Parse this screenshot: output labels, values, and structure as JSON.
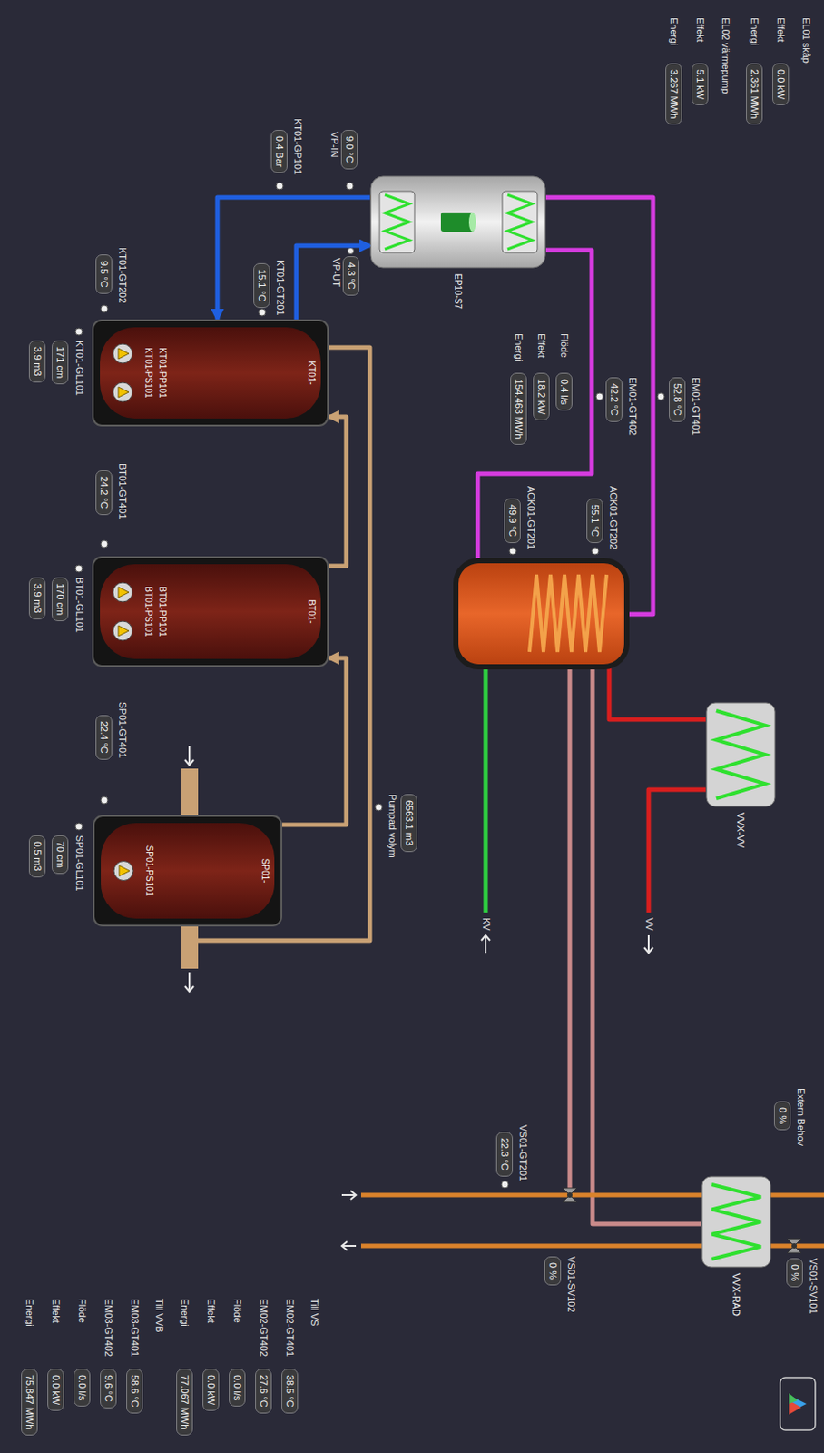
{
  "diagram": {
    "nodes": [
      {
        "text": [
          "0.0 kW"
        ]
      },
      {
        "text": [
          "2.361 MWh"
        ]
      },
      {
        "text": [
          "5.1 kW"
        ]
      },
      {
        "text": [
          "3.267 MWh"
        ]
      },
      {
        "text": [
          "EP10-S7"
        ]
      },
      {
        "text": [
          "52.8 °C"
        ]
      },
      {
        "text": [
          "42.2 °C"
        ]
      },
      {
        "text": [
          "0.4 l/s"
        ]
      },
      {
        "text": [
          "18.2 kW"
        ]
      },
      {
        "text": [
          "154.463 MWh"
        ]
      },
      {
        "text": [
          "9.0 °C"
        ]
      },
      {
        "text": [
          "0.4 Bar"
        ]
      },
      {
        "text": [
          "4.3 °C"
        ]
      },
      {
        "text": [
          "15.1 °C"
        ]
      },
      {
        "text": [
          "9.5 °C"
        ]
      },
      {
        "text": [
          "55.1 °C"
        ]
      },
      {
        "text": [
          "49.9 °C"
        ]
      },
      {
        "text": [
          "VVX-VV"
        ]
      },
      {
        "text": [
          "KT01-",
          "KT01-PP101",
          "KT01-PS101"
        ]
      },
      {
        "text": [
          "171 cm"
        ]
      },
      {
        "text": [
          "3.9 m3"
        ]
      },
      {
        "text": [
          "24.2 °C"
        ]
      },
      {
        "text": [
          "BT01-",
          "BT01-PP101",
          "BT01-PS101"
        ]
      },
      {
        "text": [
          "170 cm"
        ]
      },
      {
        "text": [
          "3.9 m3"
        ]
      },
      {
        "text": [
          "6563.1 m3"
        ]
      },
      {
        "text": [
          "22.4 °C"
        ]
      },
      {
        "text": [
          "SP01-",
          "SP01-PS101"
        ]
      },
      {
        "text": [
          "70 cm"
        ]
      },
      {
        "text": [
          "0.5 m3"
        ]
      },
      {
        "text": [
          "0 %"
        ]
      },
      {
        "text": [
          "22.3 °C"
        ]
      },
      {
        "text": [
          "0 %"
        ]
      },
      {
        "text": [
          "VVX-RAD"
        ]
      },
      {
        "text": [
          "0 %"
        ]
      },
      {
        "text": [
          "38.5 °C"
        ]
      },
      {
        "text": [
          "27.6 °C"
        ]
      },
      {
        "text": [
          "0.0 l/s"
        ]
      },
      {
        "text": [
          "0.0 kW"
        ]
      },
      {
        "text": [
          "77.067 MWh"
        ]
      },
      {
        "text": [
          "58.6 °C"
        ]
      },
      {
        "text": [
          "9.6 °C"
        ]
      },
      {
        "text": [
          "0.0 l/s"
        ]
      },
      {
        "text": [
          "0.0 kW"
        ]
      },
      {
        "text": [
          "75.847 MWh"
        ]
      }
    ],
    "edges": [
      {
        "from": 4,
        "to": 18,
        "arrow": "to"
      },
      {
        "from": 18,
        "to": 4,
        "arrow": "to"
      },
      {
        "from": 22,
        "to": 18,
        "arrow": "to"
      },
      {
        "from": 27,
        "to": 22,
        "arrow": "to"
      }
    ],
    "labels": [
      "EL01 skåp",
      "Effekt",
      "Energi",
      "EL02 värmepump",
      "Effekt",
      "Energi",
      "EM01-GT401",
      "EM01-GT402",
      "Flöde",
      "Effekt",
      "Energi",
      "VP-IN",
      "KT01-GP101",
      "VP-UT",
      "KT01-GT201",
      "KT01-GT202",
      "ACK01-GT202",
      "ACK01-GT201",
      "VV",
      "KV",
      "KT01-GL101",
      "BT01-GT401",
      "BT01-GL101",
      "Pumpad volym",
      "SP01-GT401",
      "SP01-GL101",
      "Extern Behov",
      "VS01-GT201",
      "VS01-SV102",
      "VS01-SV101",
      "Till VS",
      "EM02-GT401",
      "EM02-GT402",
      "Flöde",
      "Effekt",
      "Energi",
      "Till VVB",
      "EM03-GT401",
      "EM03-GT402",
      "Flöde",
      "Effekt",
      "Energi"
    ]
  }
}
